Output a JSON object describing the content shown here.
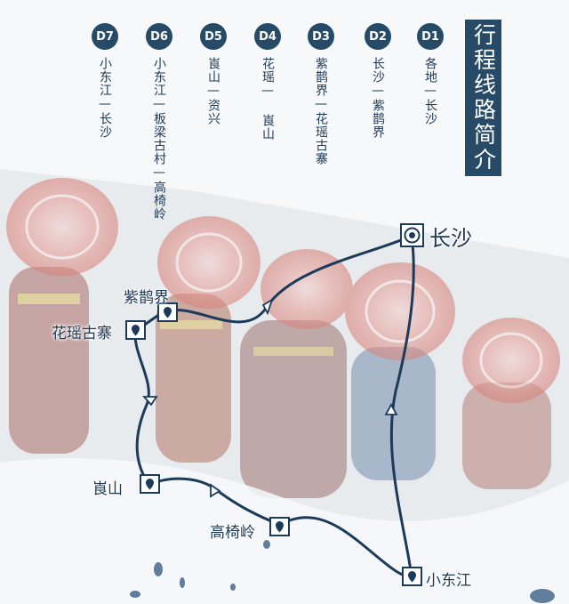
{
  "title": "行程线路简介",
  "days": [
    {
      "badge": "D7",
      "route": "小东江—长沙"
    },
    {
      "badge": "D6",
      "route": "小东江—板梁古村—高椅岭"
    },
    {
      "badge": "D5",
      "route": "崀山—资兴"
    },
    {
      "badge": "D4",
      "route": "花瑶— 崀山"
    },
    {
      "badge": "D3",
      "route": "紫鹊界—花瑶古寨"
    },
    {
      "badge": "D2",
      "route": "长沙—紫鹊界"
    },
    {
      "badge": "D1",
      "route": "各地—长沙"
    }
  ],
  "map": {
    "stops": {
      "changsha": "长沙",
      "ziquejie": "紫鹊界",
      "huayao": "花瑶古寨",
      "langshan": "崀山",
      "gaoyiling": "高椅岭",
      "xiaodongjiang": "小东江"
    },
    "route_order": [
      "长沙",
      "紫鹊界",
      "花瑶古寨",
      "崀山",
      "高椅岭",
      "小东江",
      "长沙"
    ],
    "colors": {
      "route": "#1c3b5a",
      "accent": "#274a66",
      "badge_text": "#ffffff"
    }
  }
}
